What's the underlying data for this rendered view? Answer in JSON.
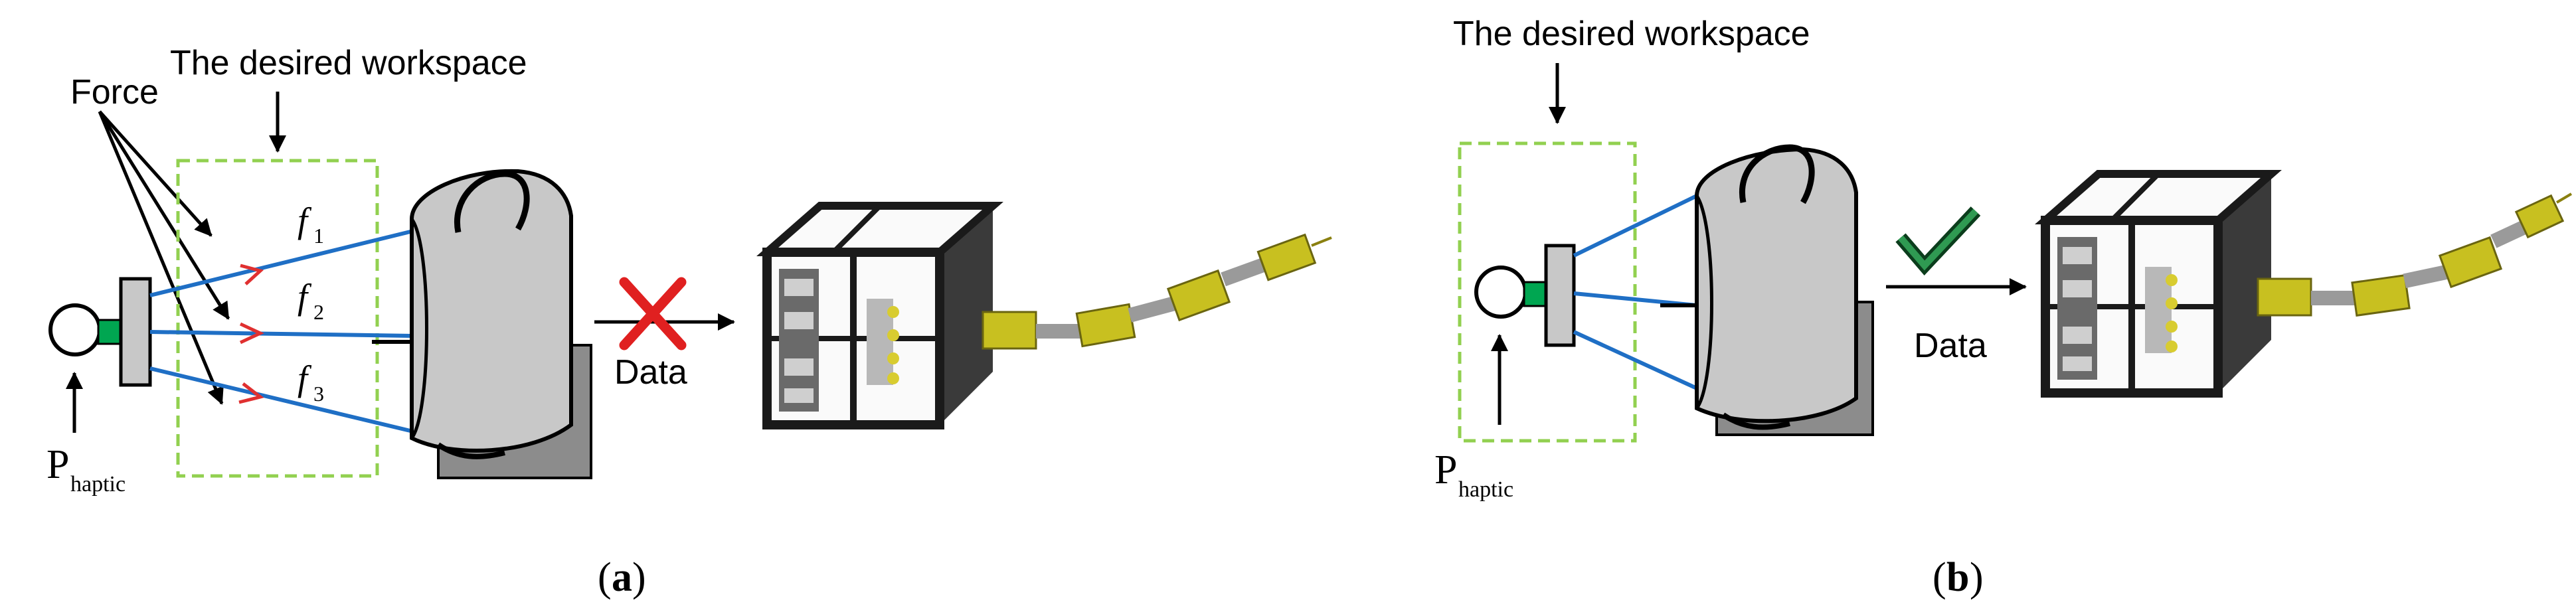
{
  "panel_a": {
    "force_label": "Force",
    "workspace_label": "The desired workspace",
    "f_symbol": "f",
    "f1_sub": "1",
    "f2_sub": "2",
    "f3_sub": "3",
    "p_symbol": "P",
    "p_sub": "haptic",
    "data_label": "Data",
    "caption_open": "(",
    "caption_letter": "a",
    "caption_close": ")"
  },
  "panel_b": {
    "workspace_label": "The desired workspace",
    "p_symbol": "P",
    "p_sub": "haptic",
    "data_label": "Data",
    "caption_open": "(",
    "caption_letter": "b",
    "caption_close": ")"
  },
  "colors": {
    "tether_blue": "#1f6fc5",
    "force_arrow_red": "#e03030",
    "workspace_green": "#92d050",
    "handle_green": "#00a651",
    "cross_red": "#e02020",
    "check_green": "#1a7a3a",
    "robot_yellow": "#c8c020",
    "body_gray": "#c8c8c8",
    "base_gray": "#8c8c8c"
  }
}
